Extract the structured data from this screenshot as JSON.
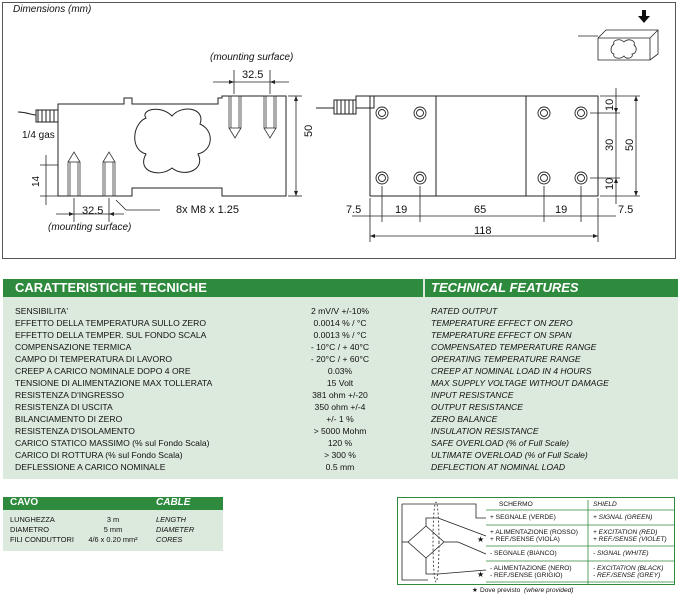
{
  "drawing": {
    "title": "Dimensions (mm)",
    "mounting_top": "(mounting surface)",
    "mounting_bottom": "(mounting surface)",
    "dim_32_5_top": "32.5",
    "dim_32_5_bottom": "32.5",
    "dim_50_side": "50",
    "dim_14": "14",
    "thread_label": "8x M8 x 1.25",
    "gas_label": "1/4 gas",
    "dim_7_5_left": "7.5",
    "dim_19_left": "19",
    "dim_65": "65",
    "dim_19_right": "19",
    "dim_7_5_right": "7.5",
    "dim_118": "118",
    "dim_10_top": "10",
    "dim_30": "30",
    "dim_10_bottom": "10",
    "dim_50_plan": "50"
  },
  "specs": {
    "title_it": "CARATTERISTICHE TECNICHE",
    "title_en": "TECHNICAL FEATURES",
    "rows": [
      {
        "it": "SENSIBILITA'",
        "val": "2 mV/V  +/-10%",
        "en": "RATED OUTPUT"
      },
      {
        "it": "EFFETTO DELLA TEMPERATURA SULLO ZERO",
        "val": "0.0014 % / °C",
        "en": "TEMPERATURE EFFECT ON ZERO"
      },
      {
        "it": "EFFETTO DELLA TEMPER. SUL FONDO SCALA",
        "val": "0.0013 % / °C",
        "en": "TEMPERATURE EFFECT ON SPAN"
      },
      {
        "it": "COMPENSAZIONE TERMICA",
        "val": "- 10°C / + 40°C",
        "en": "COMPENSATED TEMPERATURE RANGE"
      },
      {
        "it": "CAMPO DI TEMPERATURA DI LAVORO",
        "val": "- 20°C / + 60°C",
        "en": "OPERATING TEMPERATURE RANGE"
      },
      {
        "it": "CREEP A CARICO NOMINALE DOPO 4 ORE",
        "val": "0.03%",
        "en": "CREEP AT NOMINAL LOAD IN 4 HOURS"
      },
      {
        "it": "TENSIONE DI ALIMENTAZIONE MAX TOLLERATA",
        "val": "15 Volt",
        "en": "MAX SUPPLY VOLTAGE WITHOUT DAMAGE"
      },
      {
        "it": "RESISTENZA D'INGRESSO",
        "val": "381 ohm +/-20",
        "en": "INPUT RESISTANCE"
      },
      {
        "it": "RESISTENZA DI USCITA",
        "val": "350 ohm +/-4",
        "en": "OUTPUT RESISTANCE"
      },
      {
        "it": "BILANCIAMENTO DI ZERO",
        "val": "+/- 1 %",
        "en": "ZERO BALANCE"
      },
      {
        "it": "RESISTENZA D'ISOLAMENTO",
        "val": "> 5000 Mohm",
        "en": "INSULATION RESISTANCE"
      },
      {
        "it": "CARICO STATICO MASSIMO (% sul Fondo Scala)",
        "val": "120 %",
        "en": "SAFE OVERLOAD (% of Full Scale)"
      },
      {
        "it": "CARICO DI ROTTURA (% sul Fondo Scala)",
        "val": "> 300 %",
        "en": "ULTIMATE OVERLOAD (% of Full Scale)"
      },
      {
        "it": "DEFLESSIONE A CARICO NOMINALE",
        "val": "0.5 mm",
        "en": "DEFLECTION AT NOMINAL LOAD"
      }
    ]
  },
  "cable": {
    "title_it": "CAVO",
    "title_en": "CABLE",
    "rows": [
      {
        "it": "LUNGHEZZA",
        "val": "3 m",
        "en": "LENGTH"
      },
      {
        "it": "DIAMETRO",
        "val": "5 mm",
        "en": "DIAMETER"
      },
      {
        "it": "FILI CONDUTTORI",
        "val": "4/6 x 0.20 mm²",
        "en": "CORES"
      }
    ]
  },
  "wiring": {
    "head_it": "SCHERMO",
    "head_en": "SHIELD",
    "r1_it": "+ SEGNALE (VERDE)",
    "r1_en": "+ SIGNAL (GREEN)",
    "r2_it_a": "+ ALIMENTAZIONE (ROSSO)",
    "r2_it_b": "+ REF./SENSE (VIOLA)",
    "r2_en_a": "+ EXCITATION (RED)",
    "r2_en_b": "+ REF./SENSE (VIOLET)",
    "r3_it": "- SEGNALE (BIANCO)",
    "r3_en": "- SIGNAL (WHITE)",
    "r4_it_a": "- ALIMENTAZIONE (NERO)",
    "r4_it_b": "- REF./SENSE (GRIGIO)",
    "r4_en_a": "- EXCITATION (BLACK)",
    "r4_en_b": "- REF./SENSE (GREY)",
    "star": "★",
    "footnote": "Dove previsto",
    "footnote_en": "(where provided)"
  }
}
